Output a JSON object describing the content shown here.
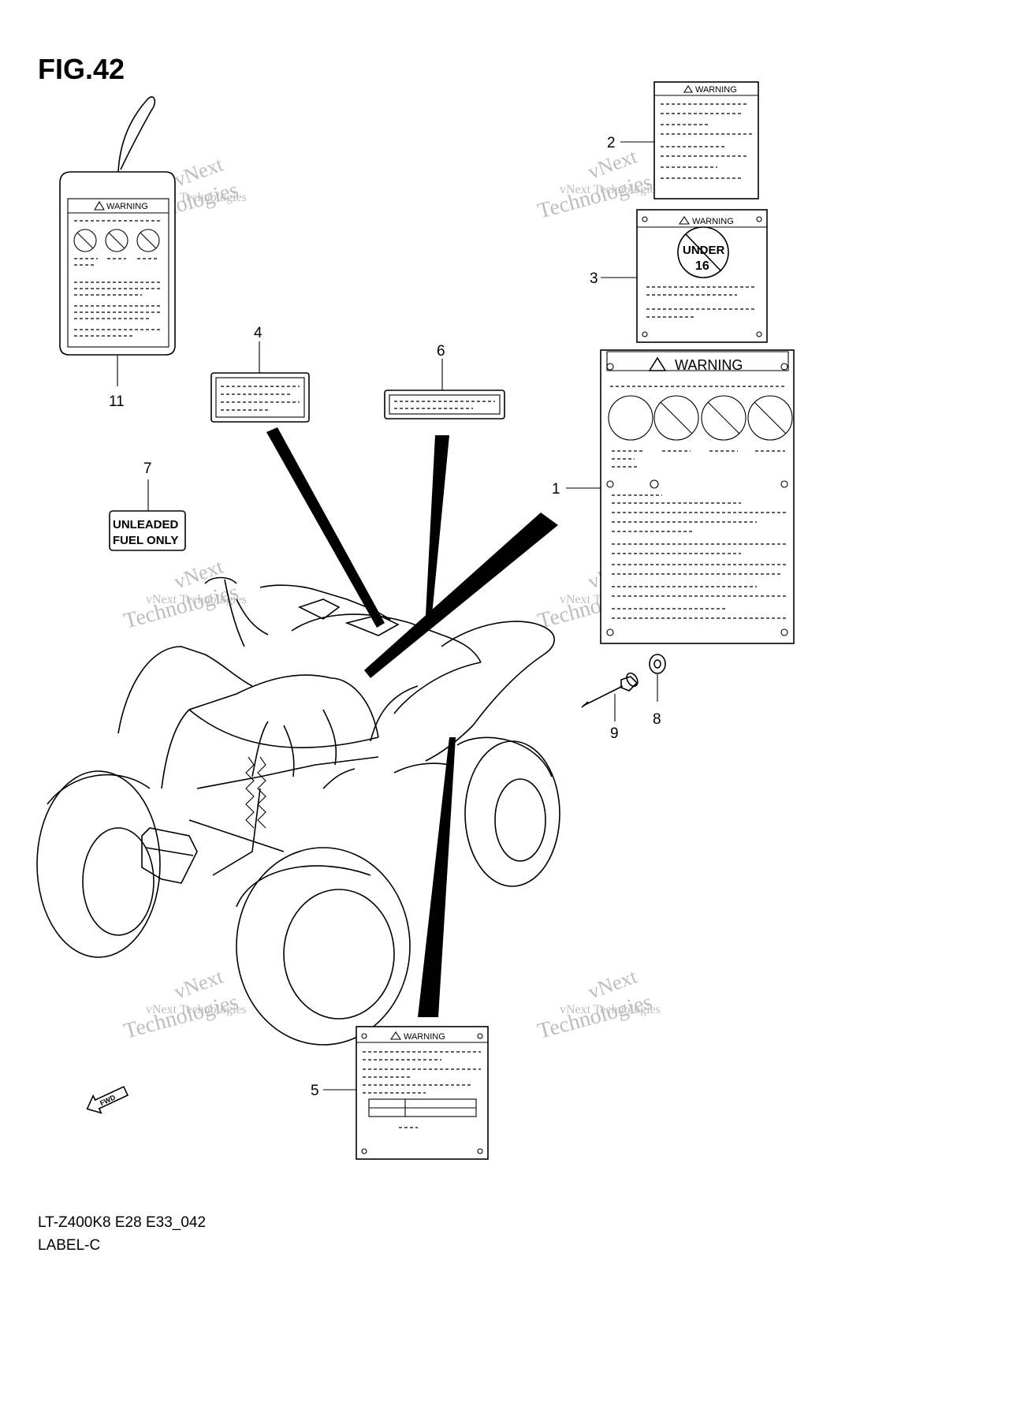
{
  "figure": {
    "title": "FIG.42",
    "model_code": "LT-Z400K8 E28 E33_042",
    "section": "LABEL-C"
  },
  "labels": {
    "warning_text": "WARNING",
    "under16_top": "UNDER",
    "under16_num": "16",
    "fuel_line1": "UNLEADED",
    "fuel_line2": "FUEL ONLY",
    "fwd": "FWD"
  },
  "callouts": [
    "1",
    "2",
    "3",
    "4",
    "5",
    "6",
    "7",
    "8",
    "9",
    "11"
  ],
  "watermark": {
    "line1": "vNext Technologies",
    "line2": "vNext",
    "line3": "Technologies"
  }
}
